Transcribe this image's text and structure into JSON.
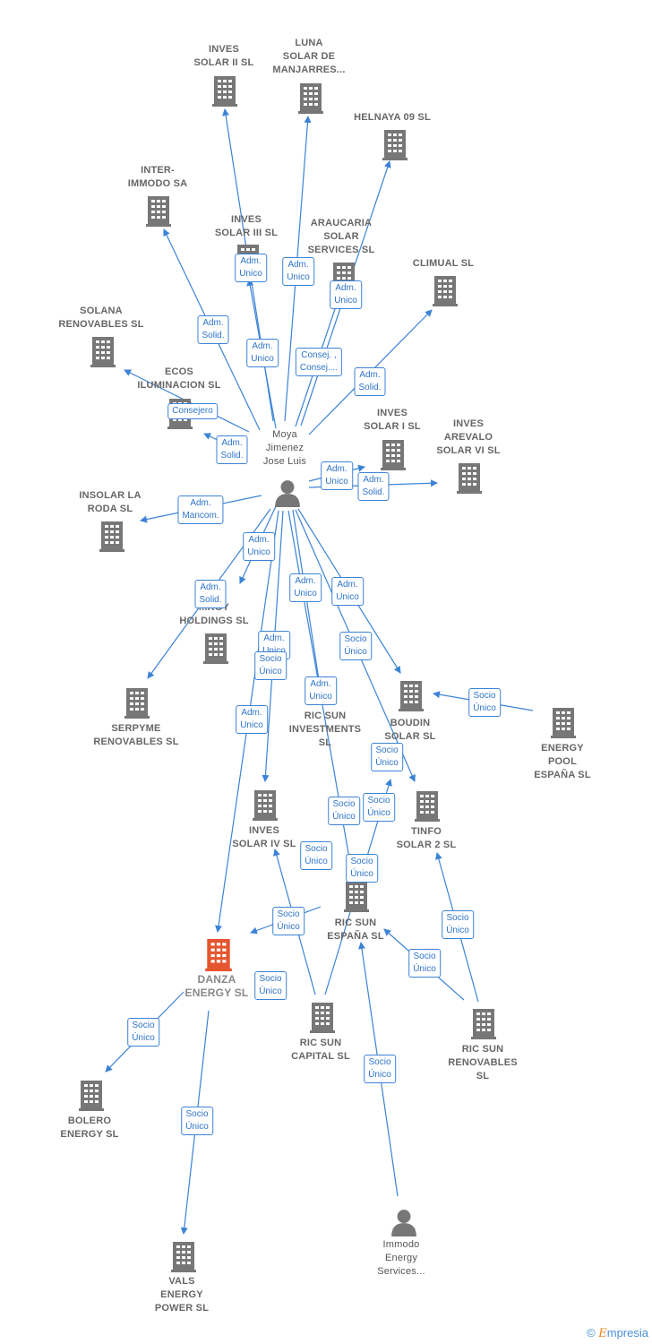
{
  "colors": {
    "edge": "#3c83d6",
    "building": "#777777",
    "focus": "#e5552f",
    "person": "#777777"
  },
  "center_person": {
    "name": "Moya\nJimenez\nJose Luis"
  },
  "companies": {
    "inves_solar_ii": "INVES\nSOLAR II SL",
    "luna_solar": "LUNA\nSOLAR DE\nMANJARRES...",
    "helnaya": "HELNAYA 09 SL",
    "inter_immodo": "INTER-\nIMMODO SA",
    "inves_solar_iii": "INVES\nSOLAR III SL",
    "araucaria": "ARAUCARIA\nSOLAR\nSERVICES SL",
    "climual": "CLIMUAL SL",
    "solana": "SOLANA\nRENOVABLES SL",
    "ecos": "ECOS\nILUMINACION SL",
    "inves_solar_i": "INVES\nSOLAR I SL",
    "inves_arevalo": "INVES\nAREVALO\nSOLAR VI SL",
    "insolar": "INSOLAR LA\nRODA  SL",
    "energy_holdings": "...RGY\nHOLDINGS  SL",
    "serpyme": "SERPYME\nRENOVABLES SL",
    "boudin": "BOUDIN\nSOLAR SL",
    "energy_pool": "ENERGY\nPOOL\nESPAÑA  SL",
    "ric_sun_investments": "RIC SUN\nINVESTMENTS\nSL",
    "tinfo": "TINFO\nSOLAR 2 SL",
    "inves_solar_iv": "INVES\nSOLAR IV SL",
    "ric_sun_espana": "RIC SUN\nESPAÑA  SL",
    "danza": "DANZA\nENERGY  SL",
    "ric_sun_capital": "RIC SUN\nCAPITAL  SL",
    "ric_sun_renovables": "RIC SUN\nRENOVABLES\nSL",
    "bolero": "BOLERO\nENERGY  SL",
    "vals": "VALS\nENERGY\nPOWER  SL"
  },
  "other_person": {
    "name": "Immodo\nEnergy\nServices..."
  },
  "relations": {
    "adm_unico": "Adm.\nUnico",
    "adm_solid": "Adm.\nSolid.",
    "adm_mancom": "Adm.\nMancom.",
    "consejero": "Consejero",
    "consej": "Consej. ,\nConsej....",
    "socio_unico": "Socio\nÚnico"
  },
  "footer": {
    "copyright": "©",
    "brand_initial": "E",
    "brand_rest": "mpresia"
  }
}
